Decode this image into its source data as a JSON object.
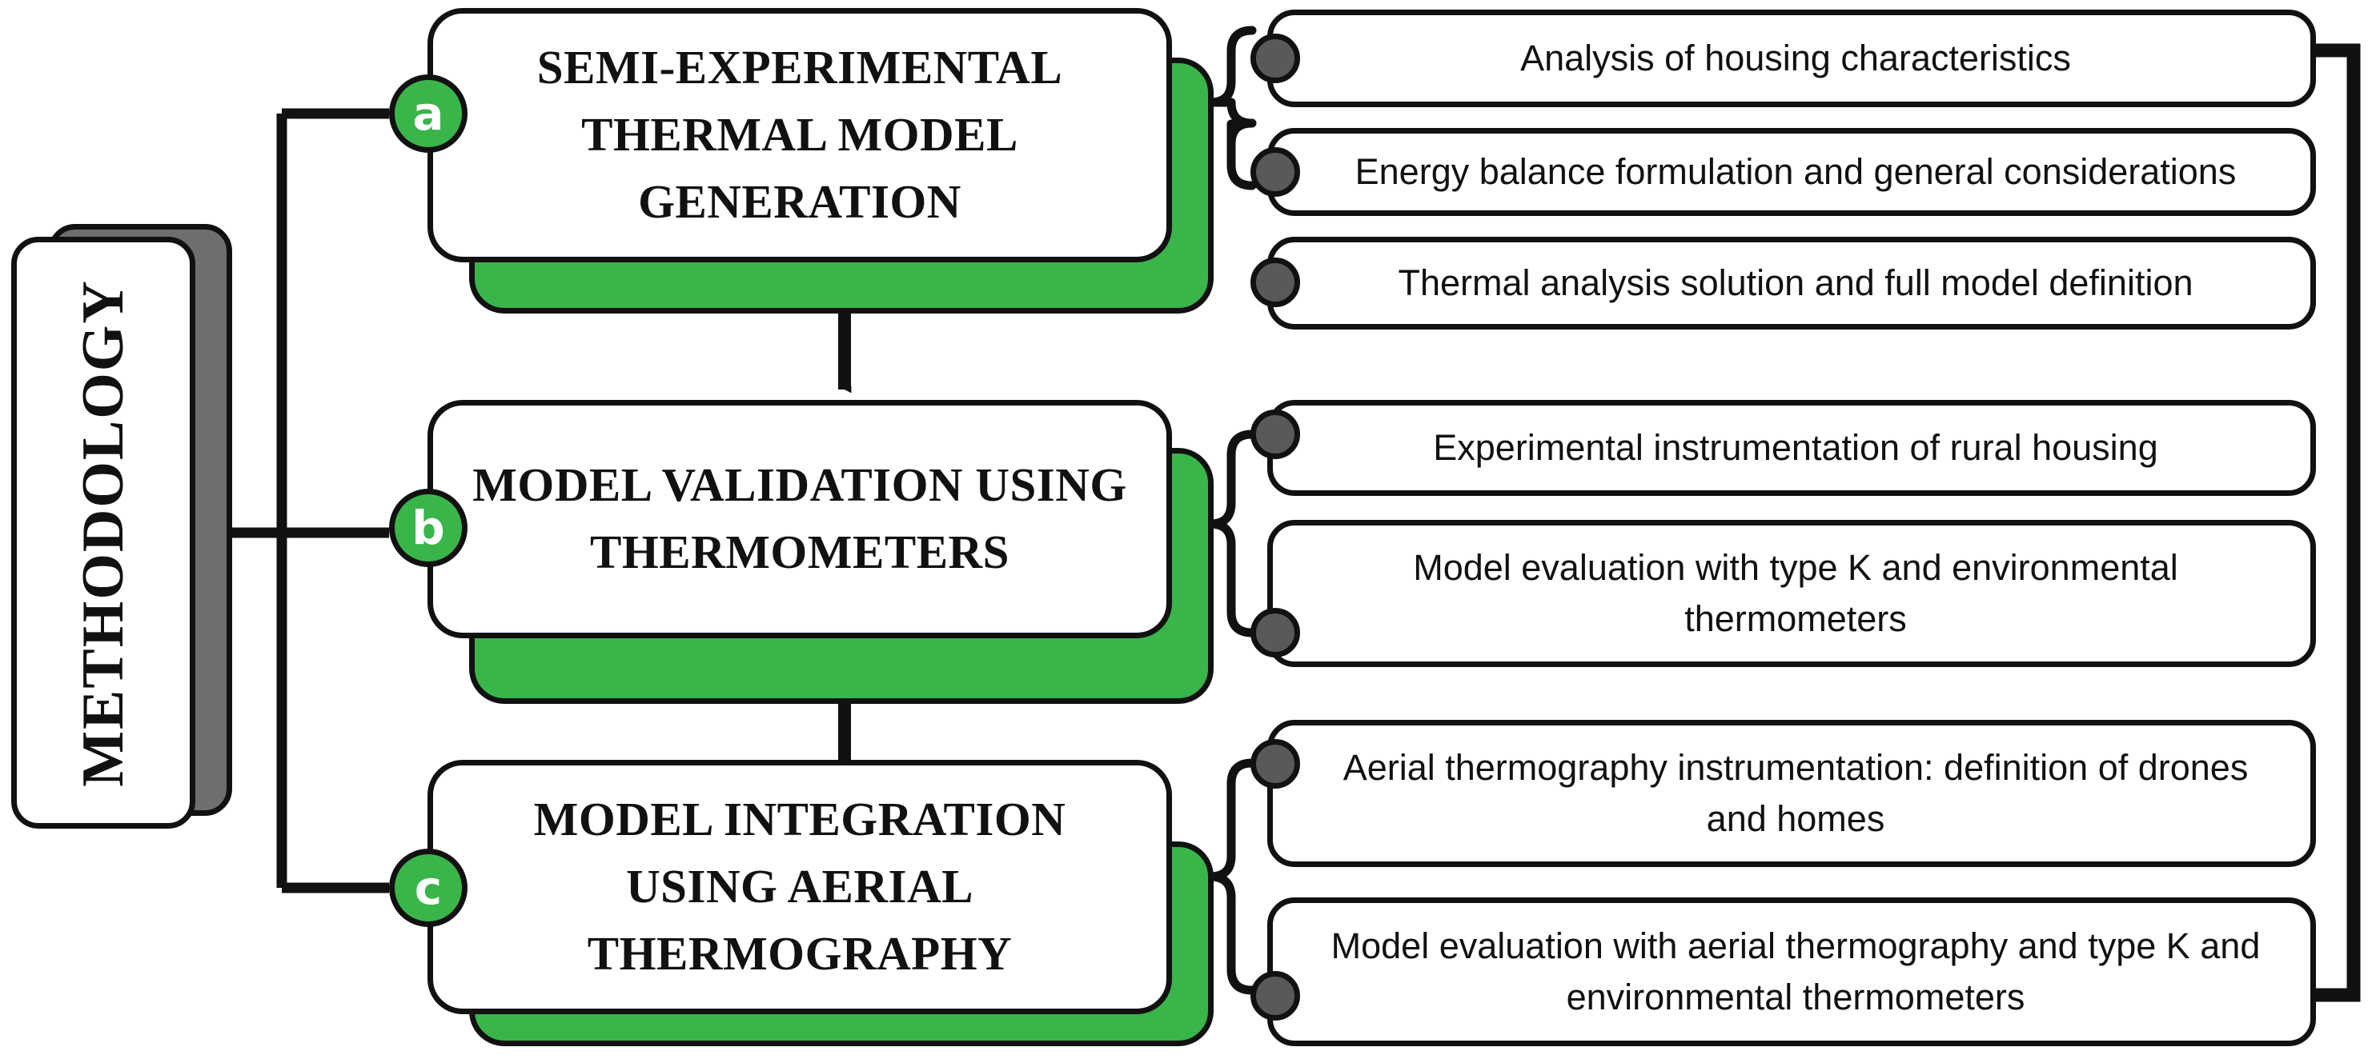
{
  "diagram": {
    "root": {
      "label": "METHODOLOGY"
    },
    "colors": {
      "accent_green": "#3ab54a",
      "shadow_gray": "#6e6e6e",
      "dot_gray": "#595959",
      "outline": "#111111",
      "surface": "#ffffff"
    },
    "stages": [
      {
        "badge": "a",
        "title": "SEMI-EXPERIMENTAL THERMAL MODEL GENERATION",
        "steps": [
          "Analysis of housing characteristics",
          "Energy balance formulation and general considerations",
          "Thermal analysis solution and full model definition"
        ]
      },
      {
        "badge": "b",
        "title": "MODEL VALIDATION USING  THERMOMETERS",
        "steps": [
          "Experimental instrumentation of rural housing",
          "Model evaluation with type K and environmental thermometers"
        ]
      },
      {
        "badge": "c",
        "title": "MODEL INTEGRATION USING AERIAL THERMOGRAPHY",
        "steps": [
          "Aerial thermography instrumentation: definition of drones and homes",
          "Model evaluation with aerial thermography and type K and environmental thermometers"
        ]
      }
    ]
  }
}
